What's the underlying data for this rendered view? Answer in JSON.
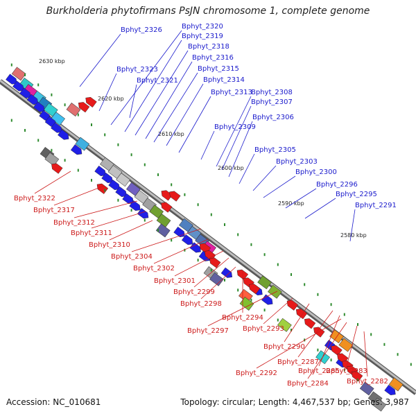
{
  "title": "Burkholderia phytofirmans PsJN chromosome 1, complete genome",
  "accession": "Accession: NC_010681",
  "summary": "Topology: circular; Length: 4,467,537 bp; Genes: 3,987",
  "colors": {
    "forward_label": "#1a1acc",
    "reverse_label": "#cc1a1a",
    "backbone": "#8c8c8c",
    "tick": "#2e8b2e",
    "forward_arrow": "#1f1fe6",
    "reverse_arrow": "#e61a1a"
  },
  "scale_labels": [
    "2630 kbp",
    "2620 kbp",
    "2610 kbp",
    "2600 kbp",
    "2590 kbp",
    "2580 kbp"
  ],
  "forward_genes": [
    "Bphyt_2326",
    "Bphyt_2323",
    "Bphyt_2321",
    "Bphyt_2320",
    "Bphyt_2319",
    "Bphyt_2318",
    "Bphyt_2316",
    "Bphyt_2315",
    "Bphyt_2314",
    "Bphyt_2313",
    "Bphyt_2309",
    "Bphyt_2308",
    "Bphyt_2307",
    "Bphyt_2306",
    "Bphyt_2305",
    "Bphyt_2303",
    "Bphyt_2300",
    "Bphyt_2296",
    "Bphyt_2295",
    "Bphyt_2291"
  ],
  "reverse_genes": [
    "Bphyt_2322",
    "Bphyt_2317",
    "Bphyt_2312",
    "Bphyt_2311",
    "Bphyt_2310",
    "Bphyt_2304",
    "Bphyt_2302",
    "Bphyt_2301",
    "Bphyt_2299",
    "Bphyt_2298",
    "Bphyt_2294",
    "Bphyt_2297",
    "Bphyt_2293",
    "Bphyt_2290",
    "Bphyt_2287",
    "Bphyt_2285",
    "Bphyt_2292",
    "Bphyt_2284",
    "Bphyt_2283",
    "Bphyt_2282"
  ]
}
